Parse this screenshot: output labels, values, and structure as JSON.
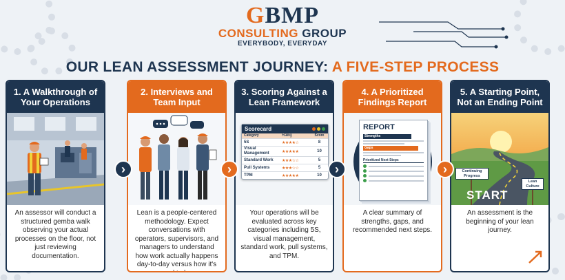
{
  "logo": {
    "mark_g": "G",
    "mark_rest": "BMP",
    "sub_a": "CONSULTING",
    "sub_b": " GROUP",
    "tagline": "EVERYBODY, EVERYDAY"
  },
  "title": {
    "part1": "OUR LEAN ASSESSMENT JOURNEY: ",
    "part2": "A FIVE-STEP PROCESS"
  },
  "colors": {
    "navy": "#1e3550",
    "orange": "#e36a1e",
    "green": "#3b9d4a"
  },
  "steps": [
    {
      "heading": "1. A Walkthrough of Your Operations",
      "text": "An assessor will conduct a structured gemba walk observing your actual processes on the floor, not just reviewing documentation."
    },
    {
      "heading": "2. Interviews and Team Input",
      "text": "Lean is a people-centered methodology. Expect conversations with operators, supervisors, and managers to understand how work actually happens day-to-day versus how it's supposed to happen."
    },
    {
      "heading": "3. Scoring Against a Lean Framework",
      "text": "Your operations will be evaluated across key categories including 5S, visual management, standard work, pull systems, and TPM."
    },
    {
      "heading": "4. A Prioritized Findings Report",
      "text": "A clear summary of strengths, gaps, and recommended next steps."
    },
    {
      "heading": "5. A Starting Point, Not an Ending Point",
      "text": "An assessment is the beginning of your lean journey."
    }
  ],
  "arrow_glyph": "›",
  "scorecard": {
    "title": "Scorecard",
    "headers": [
      "Category",
      "Rating",
      "Score"
    ],
    "rows": [
      {
        "category": "5S",
        "stars": "★★★★☆",
        "score": "8"
      },
      {
        "category": "Visual Management",
        "stars": "★★★★★",
        "score": "10"
      },
      {
        "category": "Standard Work",
        "stars": "★★★☆☆",
        "score": "5"
      },
      {
        "category": "Pull Systems",
        "stars": "★★★☆☆",
        "score": "5"
      },
      {
        "category": "TPM",
        "stars": "★★★★★",
        "score": "10"
      }
    ]
  },
  "report": {
    "title": "REPORT",
    "strengths": "Strengths",
    "gaps": "Gaps",
    "next_steps": "Prioritized Next Steps"
  },
  "road": {
    "sign1": "Continuing Progress",
    "sign2": "Lean Culture",
    "start": "START"
  }
}
